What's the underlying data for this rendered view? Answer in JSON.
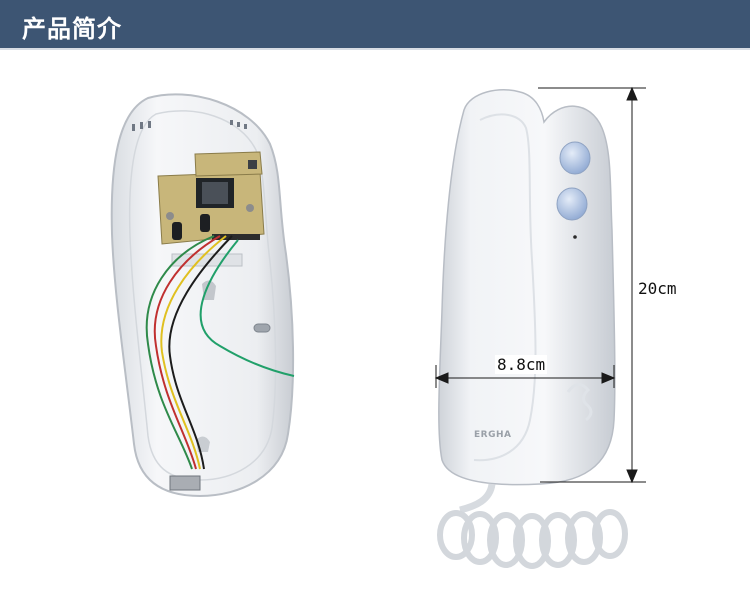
{
  "header": {
    "title": "产品简介",
    "background_color": "#3d5573",
    "text_color": "#ffffff"
  },
  "photos": {
    "left": {
      "subject": "open-handset-with-circuit-board"
    },
    "right": {
      "subject": "white-intercom-handset-with-coiled-cord"
    }
  },
  "dimensions": {
    "height_label": "20cm",
    "width_label": "8.8cm"
  },
  "brand": {
    "logo_text": "ERGHA"
  }
}
